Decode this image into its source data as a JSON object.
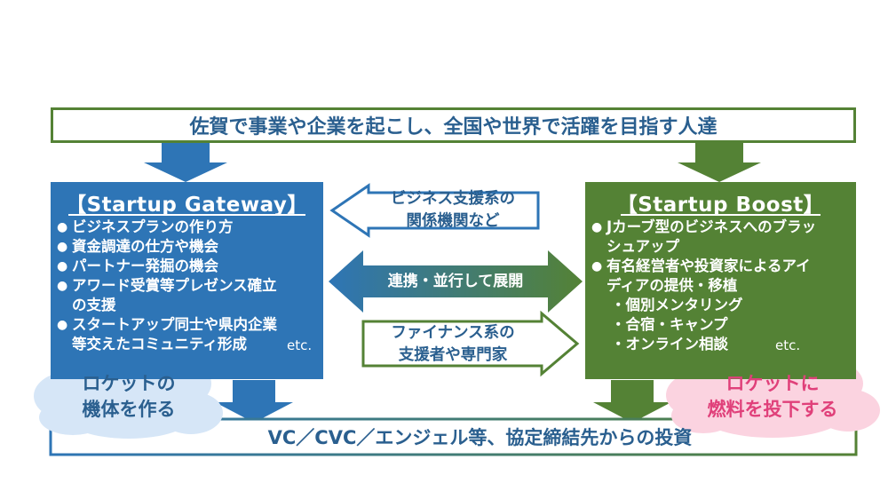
{
  "top_banner": {
    "text": "佐賀で事業や企業を起こし、全国や世界で活躍を目指す人達"
  },
  "bottom_banner": {
    "text": "VC／CVC／エンジェル等、協定締結先からの投資"
  },
  "gateway": {
    "title": "【Startup Gateway】",
    "items": [
      {
        "text": "ビジネスプランの作り方"
      },
      {
        "text": "資金調達の仕方や機会"
      },
      {
        "text": "パートナー発掘の機会"
      },
      {
        "text": "アワード受賞等プレゼンス確立"
      },
      {
        "text": "の支援"
      },
      {
        "text": "スタートアップ同士や県内企業"
      },
      {
        "text": "等交えたコミュニティ形成"
      }
    ],
    "etc": "etc."
  },
  "boost": {
    "title": "【Startup Boost】",
    "items": [
      {
        "text": "Jカーブ型のビジネスへのブラッ"
      },
      {
        "text": "シュアップ"
      },
      {
        "text": "有名経営者や投資家によるアイ"
      },
      {
        "text": "ディアの提供・移植"
      },
      {
        "text": "・個別メンタリング"
      },
      {
        "text": "・合宿・キャンプ"
      },
      {
        "text": "・オンライン相談"
      }
    ],
    "etc": "etc."
  },
  "arrows": {
    "business_support": {
      "lines": [
        "ビジネス支援系の",
        "関係機関など"
      ]
    },
    "collaboration": {
      "text": "連携・並行して展開"
    },
    "finance_support": {
      "lines": [
        "ファイナンス系の",
        "支援者や専門家"
      ]
    }
  },
  "clouds": {
    "left": {
      "lines": [
        "ロケットの",
        "機体を作る"
      ]
    },
    "right": {
      "lines": [
        "ロケットに",
        "燃料を投下する"
      ]
    }
  },
  "colors": {
    "blue": "#2e75b6",
    "dark_blue": "#2a5f8f",
    "green": "#548235",
    "cloud_blue": "#d6e6f7",
    "cloud_pink": "#fbd3e0",
    "cloud_pink_text": "#e0407a"
  }
}
